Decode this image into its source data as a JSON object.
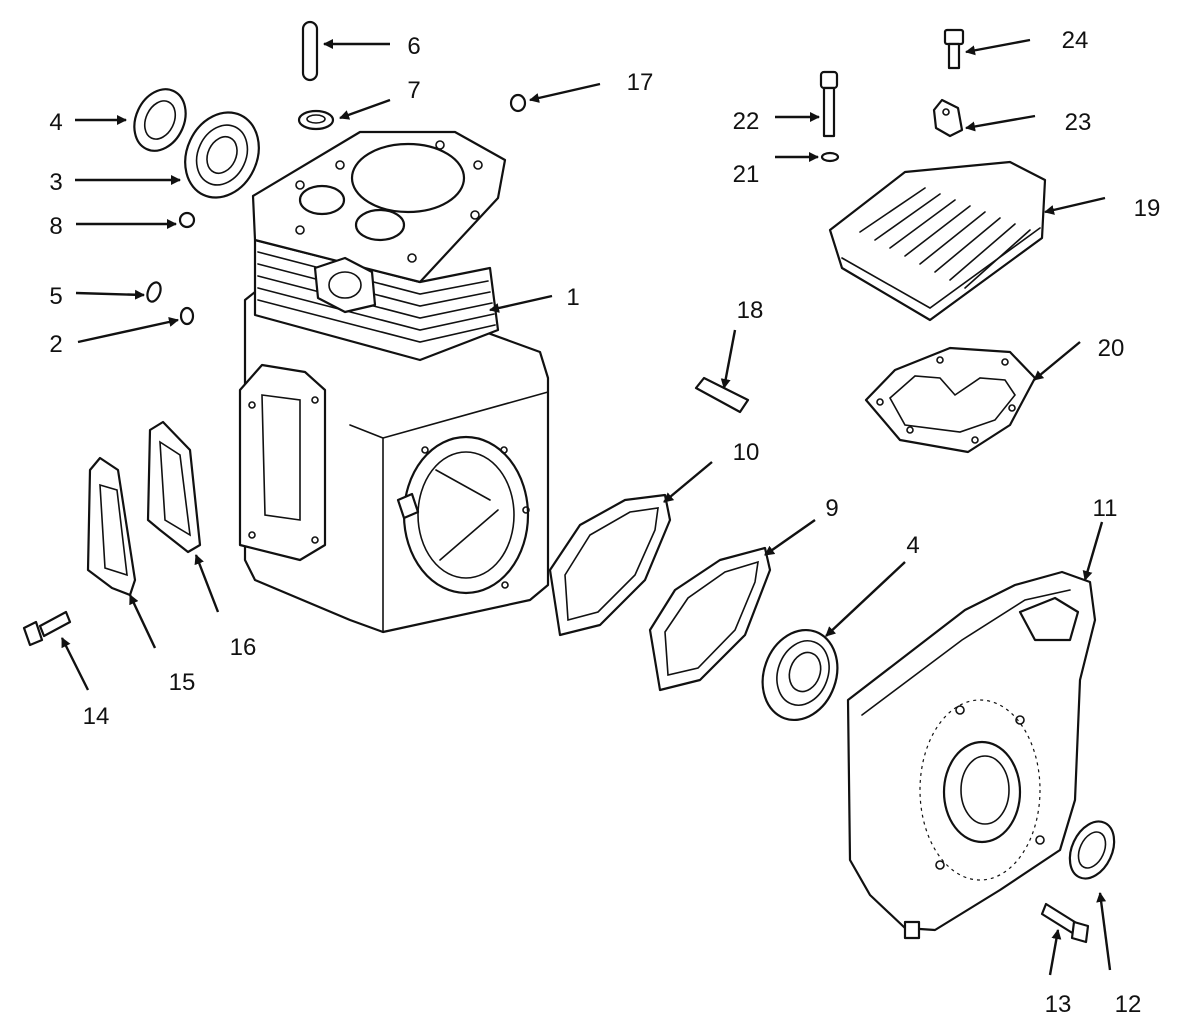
{
  "diagram": {
    "callouts": [
      {
        "id": "1",
        "label": "1"
      },
      {
        "id": "2",
        "label": "2"
      },
      {
        "id": "3",
        "label": "3"
      },
      {
        "id": "4a",
        "label": "4"
      },
      {
        "id": "4b",
        "label": "4"
      },
      {
        "id": "5",
        "label": "5"
      },
      {
        "id": "6",
        "label": "6"
      },
      {
        "id": "7",
        "label": "7"
      },
      {
        "id": "8",
        "label": "8"
      },
      {
        "id": "9",
        "label": "9"
      },
      {
        "id": "10",
        "label": "10"
      },
      {
        "id": "11",
        "label": "11"
      },
      {
        "id": "12",
        "label": "12"
      },
      {
        "id": "13",
        "label": "13"
      },
      {
        "id": "14",
        "label": "14"
      },
      {
        "id": "15",
        "label": "15"
      },
      {
        "id": "16",
        "label": "16"
      },
      {
        "id": "17",
        "label": "17"
      },
      {
        "id": "18",
        "label": "18"
      },
      {
        "id": "19",
        "label": "19"
      },
      {
        "id": "20",
        "label": "20"
      },
      {
        "id": "21",
        "label": "21"
      },
      {
        "id": "22",
        "label": "22"
      },
      {
        "id": "23",
        "label": "23"
      },
      {
        "id": "24",
        "label": "24"
      }
    ],
    "colors": {
      "line": "#111111",
      "background": "#ffffff"
    }
  }
}
